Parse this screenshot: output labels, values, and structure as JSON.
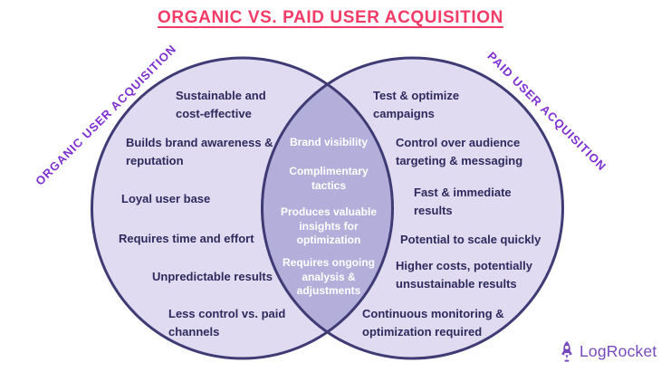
{
  "title": {
    "text": "ORGANIC VS. PAID USER ACQUISITION"
  },
  "diagram": {
    "type": "venn",
    "left": {
      "label": "ORGANIC USER ACQUISITION",
      "items": [
        "Sustainable and cost-effective",
        "Builds brand awareness & reputation",
        "Loyal user base",
        "Requires time and effort",
        "Unpredictable results",
        "Less control vs. paid channels"
      ]
    },
    "right": {
      "label": "PAID USER ACQUISITION",
      "items": [
        "Test & optimize campaigns",
        "Control over audience targeting & messaging",
        "Fast & immediate results",
        "Potential to scale quickly",
        "Higher costs, potentially unsustainable results",
        "Continuous monitoring & optimization required"
      ]
    },
    "intersection": {
      "items": [
        "Brand visibility",
        "Complimentary tactics",
        "Produces valuable insights for optimization",
        "Requires ongoing analysis & adjustments"
      ]
    }
  },
  "colors": {
    "title": "#f23c68",
    "circle_label": "#7d30cf",
    "circle_fill": "#e0dbf1",
    "overlap_fill": "#b4aeda",
    "circle_border": "#3e3b75",
    "item_text": "#2e2a5e",
    "overlap_text": "#ffffff",
    "logo_purple": "#764abc"
  },
  "logo": {
    "text": "LogRocket",
    "icon": "rocket-icon"
  }
}
